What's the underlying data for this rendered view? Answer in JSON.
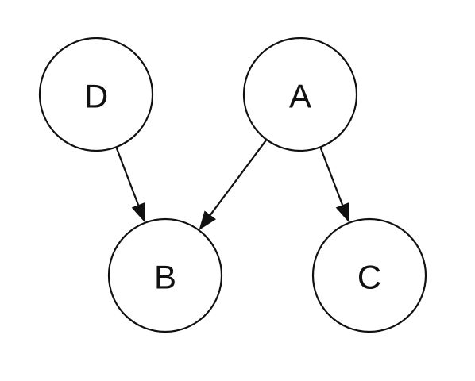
{
  "diagram": {
    "type": "directed-graph",
    "colors": {
      "stroke": "#111111",
      "node_fill": "#ffffff",
      "background": "#ffffff"
    },
    "nodes": [
      {
        "id": "D",
        "label": "D"
      },
      {
        "id": "A",
        "label": "A"
      },
      {
        "id": "B",
        "label": "B"
      },
      {
        "id": "C",
        "label": "C"
      }
    ],
    "edges": [
      {
        "from": "D",
        "to": "B"
      },
      {
        "from": "A",
        "to": "B"
      },
      {
        "from": "A",
        "to": "C"
      }
    ]
  }
}
